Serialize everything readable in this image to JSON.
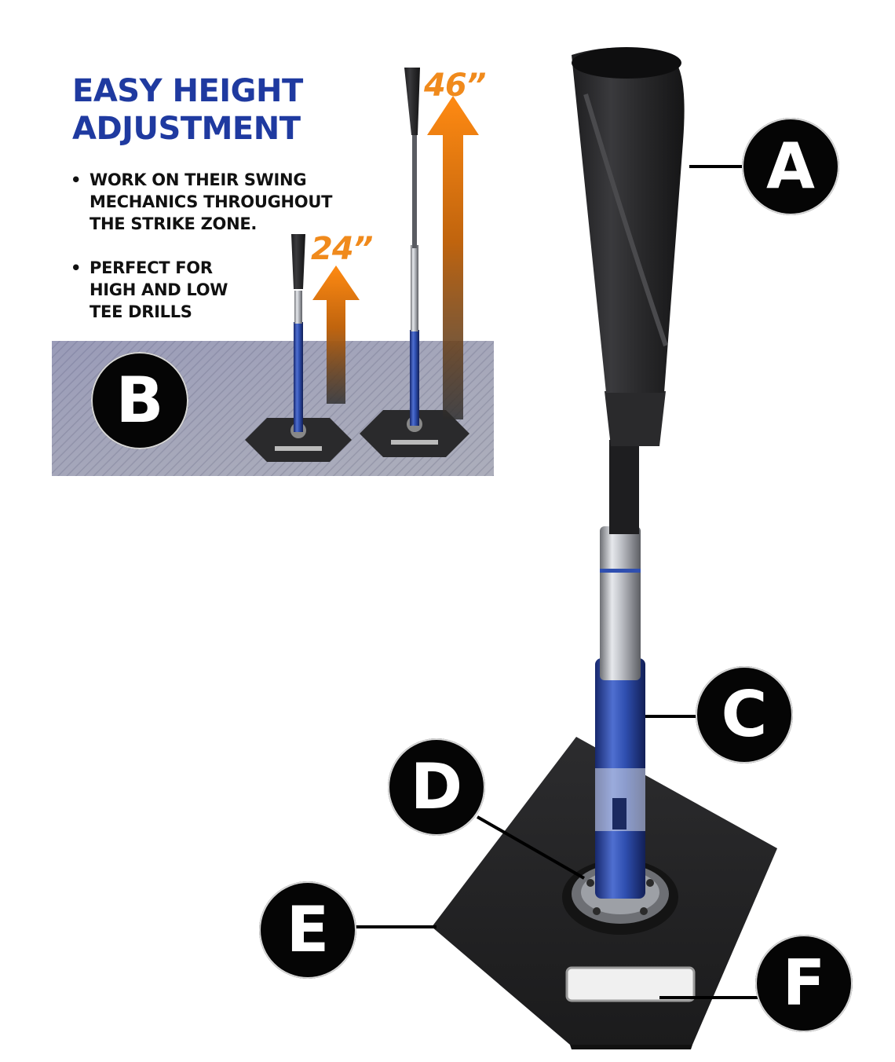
{
  "heading": {
    "line1": "EASY HEIGHT",
    "line2": "ADJUSTMENT"
  },
  "bullets": [
    {
      "line1": "WORK ON THEIR SWING",
      "line2": "MECHANICS THROUGHOUT",
      "line3": "THE STRIKE ZONE."
    },
    {
      "line1": "PERFECT FOR",
      "line2": "HIGH AND LOW",
      "line3": "TEE DRILLS"
    }
  ],
  "heights": {
    "low": "24”",
    "high": "46”"
  },
  "callouts": {
    "a": "A",
    "b": "B",
    "c": "C",
    "d": "D",
    "e": "E",
    "f": "F"
  },
  "colors": {
    "heading": "#1f3aa0",
    "arrow": "#f08a1c",
    "tube_blue": "#2f4fb0",
    "rubber": "#2b2b2d",
    "panel": "#9c9eb0"
  },
  "icons": {
    "up_arrow": "up-arrow-icon"
  }
}
